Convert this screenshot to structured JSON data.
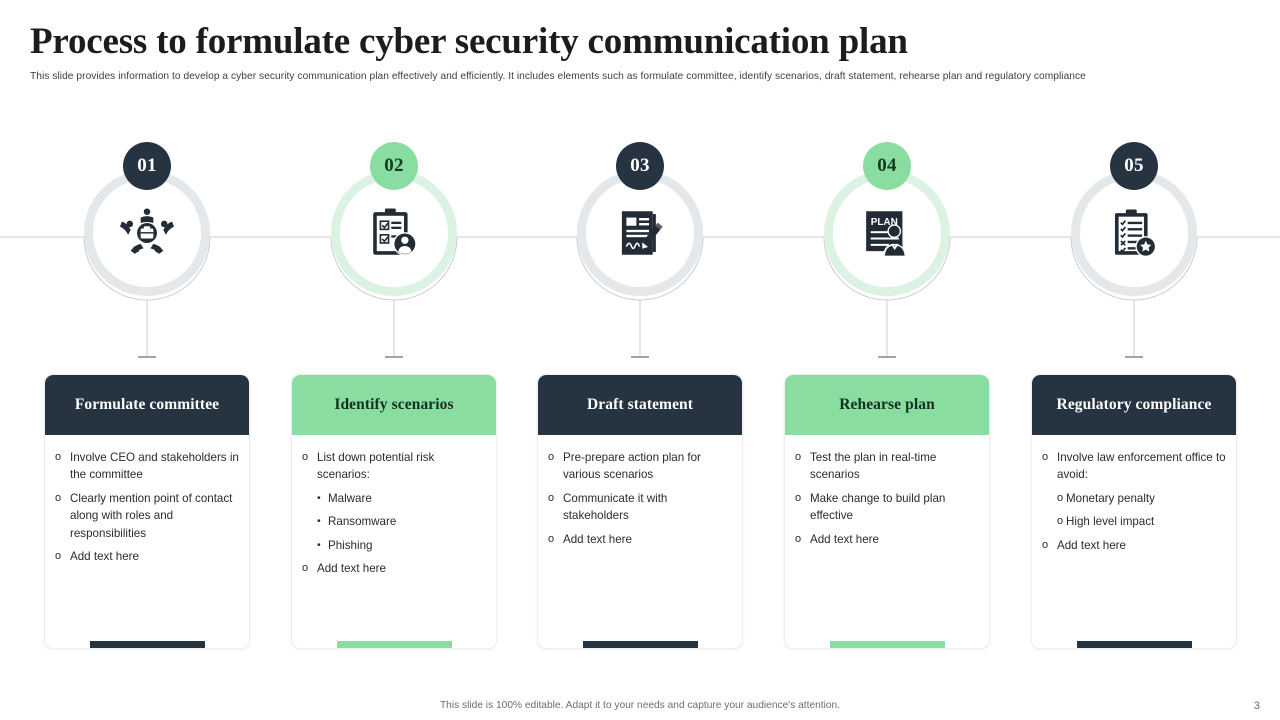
{
  "header": {
    "title": "Process to formulate cyber security communication plan",
    "subtitle": "This slide provides information to develop a cyber security communication plan effectively and efficiently.  It includes elements such as formulate committee, identify scenarios, draft statement, rehearse plan and regulatory compliance"
  },
  "colors": {
    "dark": "#263340",
    "green": "#8adda0",
    "ring_gray": "#e5e8ea",
    "ring_green": "#dcf2e2",
    "text": "#2b2b2b"
  },
  "steps": [
    {
      "number": "01",
      "theme": "dark",
      "icon": "team-meeting-icon",
      "title": "Formulate committee",
      "bullets": [
        {
          "level": 1,
          "marker": "o",
          "text": "Involve  CEO and stakeholders in the committee"
        },
        {
          "level": 1,
          "marker": "o",
          "text": "Clearly  mention point of contact along with roles and responsibilities"
        },
        {
          "level": 1,
          "marker": "o",
          "text": "Add text here"
        }
      ]
    },
    {
      "number": "02",
      "theme": "green",
      "icon": "clipboard-person-icon",
      "title": "Identify scenarios",
      "bullets": [
        {
          "level": 1,
          "marker": "o",
          "text": "List down potential risk scenarios:"
        },
        {
          "level": 2,
          "marker": "•",
          "text": "Malware"
        },
        {
          "level": 2,
          "marker": "•",
          "text": "Ransomware"
        },
        {
          "level": 2,
          "marker": "•",
          "text": "Phishing"
        },
        {
          "level": 1,
          "marker": "o",
          "text": "Add text here"
        }
      ]
    },
    {
      "number": "03",
      "theme": "dark",
      "icon": "document-signature-icon",
      "title": "Draft statement",
      "bullets": [
        {
          "level": 1,
          "marker": "o",
          "text": "Pre-prepare action plan for various scenarios"
        },
        {
          "level": 1,
          "marker": "o",
          "text": "Communicate it with stakeholders"
        },
        {
          "level": 1,
          "marker": "o",
          "text": "Add text here"
        }
      ]
    },
    {
      "number": "04",
      "theme": "green",
      "icon": "presentation-plan-icon",
      "title": "Rehearse plan",
      "bullets": [
        {
          "level": 1,
          "marker": "o",
          "text": "Test the plan in real-time scenarios"
        },
        {
          "level": 1,
          "marker": "o",
          "text": "Make  change to build plan effective"
        },
        {
          "level": 1,
          "marker": "o",
          "text": "Add text here"
        }
      ]
    },
    {
      "number": "05",
      "theme": "dark",
      "icon": "checklist-star-icon",
      "title": "Regulatory compliance",
      "bullets": [
        {
          "level": 1,
          "marker": "o",
          "text": "Involve law enforcement office to avoid:"
        },
        {
          "level": 2,
          "marker": "o",
          "text": "Monetary  penalty"
        },
        {
          "level": 2,
          "marker": "o",
          "text": "High level impact"
        },
        {
          "level": 1,
          "marker": "o",
          "text": "Add text here"
        }
      ]
    }
  ],
  "footer": {
    "note": "This slide is 100% editable. Adapt it to your needs and capture your audience's attention.",
    "page_number": "3"
  }
}
